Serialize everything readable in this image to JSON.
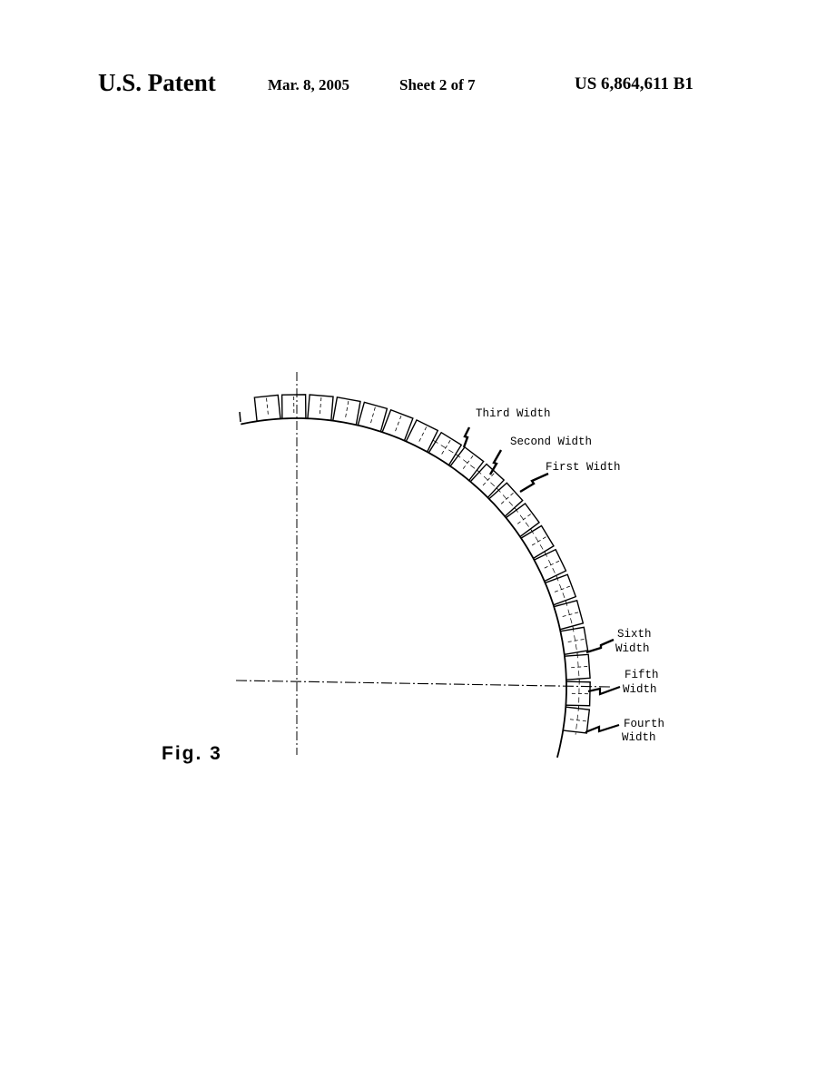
{
  "header": {
    "title": "U.S. Patent",
    "date": "Mar. 8, 2005",
    "sheet": "Sheet 2 of 7",
    "patent_number": "US 6,864,611 B1"
  },
  "figure": {
    "label": "Fig. 3",
    "annotations": {
      "third_width": "Third Width",
      "second_width": "Second Width",
      "first_width": "First Width",
      "sixth_width_1": "Sixth",
      "sixth_width_2": "Width",
      "fifth_width_1": "Fifth",
      "fifth_width_2": "Width",
      "fourth_width_1": "Fourth",
      "fourth_width_2": "Width"
    }
  }
}
